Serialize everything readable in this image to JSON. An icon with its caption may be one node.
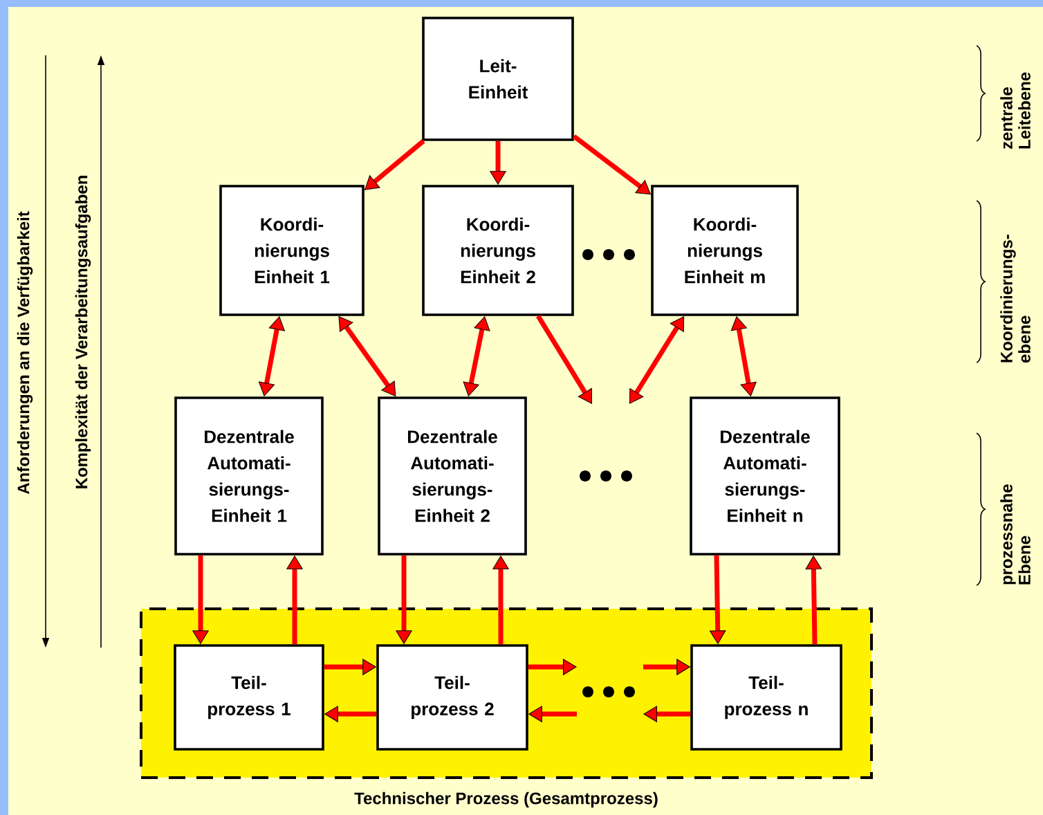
{
  "diagram": {
    "nodes": [
      {
        "text": [
          "Leit- Einheit"
        ]
      },
      {
        "text": [
          "Koordi- nierungs Einheit 1"
        ]
      },
      {
        "text": [
          "Koordi- nierungs Einheit 2"
        ]
      },
      {
        "text": [
          "Koordi- nierungs Einheit m"
        ]
      },
      {
        "text": [
          "Dezentrale Automati- sierungs- Einheit 1"
        ]
      },
      {
        "text": [
          "Dezentrale Automati- sierungs- Einheit 2"
        ]
      },
      {
        "text": [
          "Dezentrale Automati- sierungs- Einheit n"
        ]
      },
      {
        "text": [
          "Technischer Prozess (Gesamtprozess)"
        ]
      },
      {
        "text": [
          "Teil- prozess 1"
        ],
        "in": 7
      },
      {
        "text": [
          "Teil- prozess 2"
        ],
        "in": 7
      },
      {
        "text": [
          "Teil- prozess n"
        ],
        "in": 7
      }
    ],
    "edges": [
      {
        "from": 0,
        "to": 1,
        "arrow": "to"
      },
      {
        "from": 0,
        "to": 2,
        "arrow": "to"
      },
      {
        "from": 0,
        "to": 3,
        "arrow": "to"
      },
      {
        "from": 1,
        "to": 4,
        "arrow": "both"
      },
      {
        "from": 1,
        "to": 5,
        "arrow": "both"
      },
      {
        "from": 2,
        "to": 5,
        "arrow": "both"
      },
      {
        "from": 2,
        "to": null,
        "arrow": "to"
      },
      {
        "from": null,
        "to": 3,
        "arrow": "both"
      },
      {
        "from": 3,
        "to": 6,
        "arrow": "both"
      },
      {
        "from": 4,
        "to": 8,
        "arrow": "to"
      },
      {
        "from": 8,
        "to": 4,
        "arrow": "to"
      },
      {
        "from": 5,
        "to": 9,
        "arrow": "to"
      },
      {
        "from": 9,
        "to": 5,
        "arrow": "to"
      },
      {
        "from": 6,
        "to": 10,
        "arrow": "to"
      },
      {
        "from": 10,
        "to": 6,
        "arrow": "to"
      },
      {
        "from": 8,
        "to": 9,
        "arrow": "to"
      },
      {
        "from": 9,
        "to": 8,
        "arrow": "to"
      },
      {
        "from": 9,
        "to": null,
        "arrow": "to"
      },
      {
        "from": null,
        "to": 9,
        "arrow": "to"
      },
      {
        "from": null,
        "to": 10,
        "arrow": "to"
      },
      {
        "from": 10,
        "to": null,
        "arrow": "to"
      }
    ],
    "labels": [
      "Anforderungen an die Verfügbarkeit",
      "Komplexität der Verarbeitungsaufgaben",
      "zentrale Leitebene",
      "Koordinierungs- ebene",
      "prozessnahe Ebene"
    ]
  }
}
